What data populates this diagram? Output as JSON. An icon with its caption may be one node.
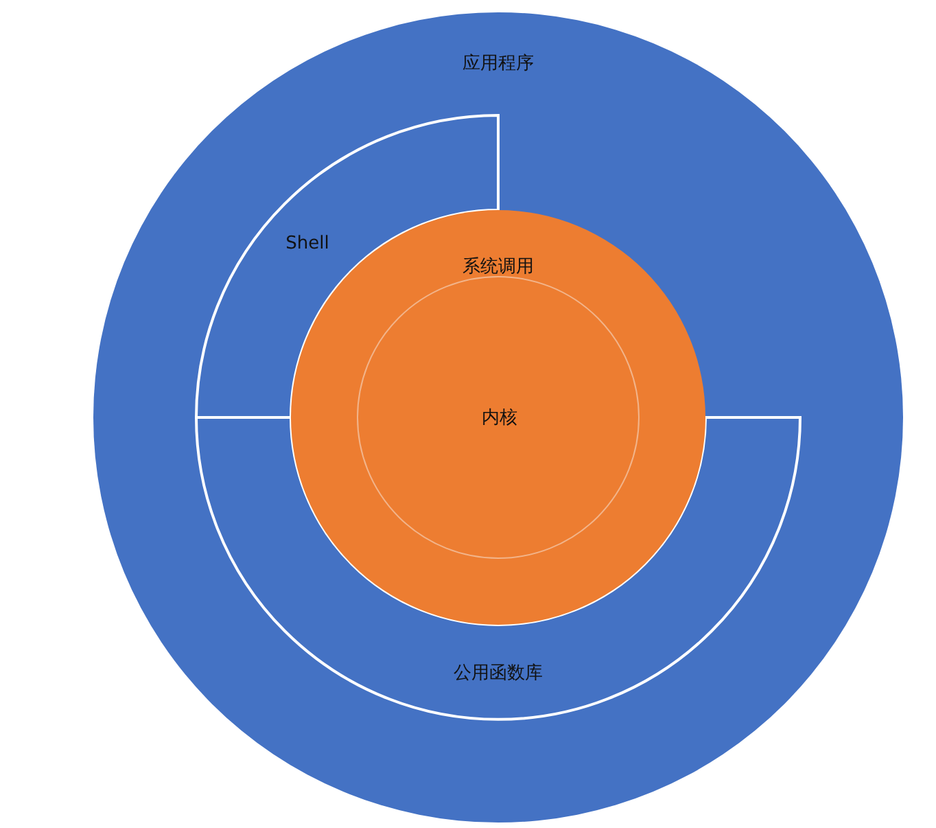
{
  "diagram": {
    "nodes": [
      {
        "text": [
          "应用程序"
        ]
      },
      {
        "text": [
          "Shell"
        ],
        "in": 0
      },
      {
        "text": [
          "公用函数库"
        ],
        "in": 0
      },
      {
        "text": [
          "系统调用"
        ],
        "in": 0
      },
      {
        "text": [
          "内核"
        ],
        "in": 3
      }
    ],
    "edges": []
  }
}
